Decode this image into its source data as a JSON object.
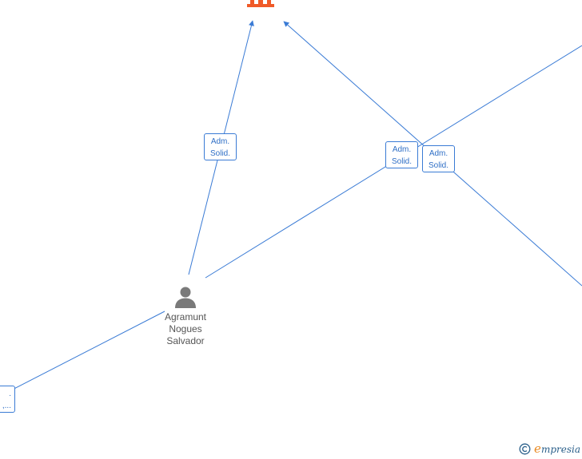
{
  "colors": {
    "edge": "#3a7bd5",
    "company_icon": "#f05a28",
    "person_icon": "#7a7a7a",
    "brand_accent": "#e98a22"
  },
  "nodes": {
    "company": {
      "icon": "building-icon"
    },
    "person": {
      "icon": "person-icon",
      "name_lines": [
        "Agramunt",
        "Nogues",
        "Salvador"
      ]
    }
  },
  "edge_labels": [
    {
      "line1": "Adm.",
      "line2": "Solid."
    },
    {
      "line1": "Adm.",
      "line2": "Solid."
    },
    {
      "line1": "Adm.",
      "line2": "Solid."
    },
    {
      "line1": ".",
      "line2": ",..."
    }
  ],
  "watermark": {
    "copyright_symbol": "©",
    "brand_initial": "e",
    "brand_rest": "mpresia"
  }
}
